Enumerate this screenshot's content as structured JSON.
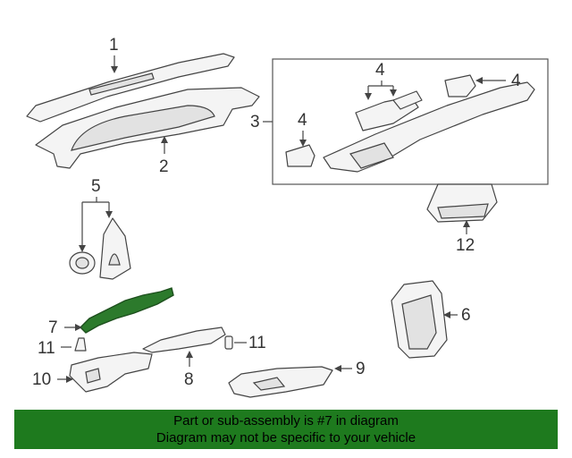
{
  "callouts": {
    "c1": "1",
    "c2": "2",
    "c3": "3",
    "c4a": "4",
    "c4b": "4",
    "c4c": "4",
    "c5": "5",
    "c6": "6",
    "c7": "7",
    "c8": "8",
    "c9": "9",
    "c10": "10",
    "c11a": "11",
    "c11b": "11",
    "c12": "12"
  },
  "banner": {
    "line1": "Part or sub-assembly is #7 in diagram",
    "line2": "Diagram may not be specific to your vehicle"
  },
  "colors": {
    "banner_bg": "#1e7a1e",
    "highlight_part": "#2c7a2c"
  }
}
